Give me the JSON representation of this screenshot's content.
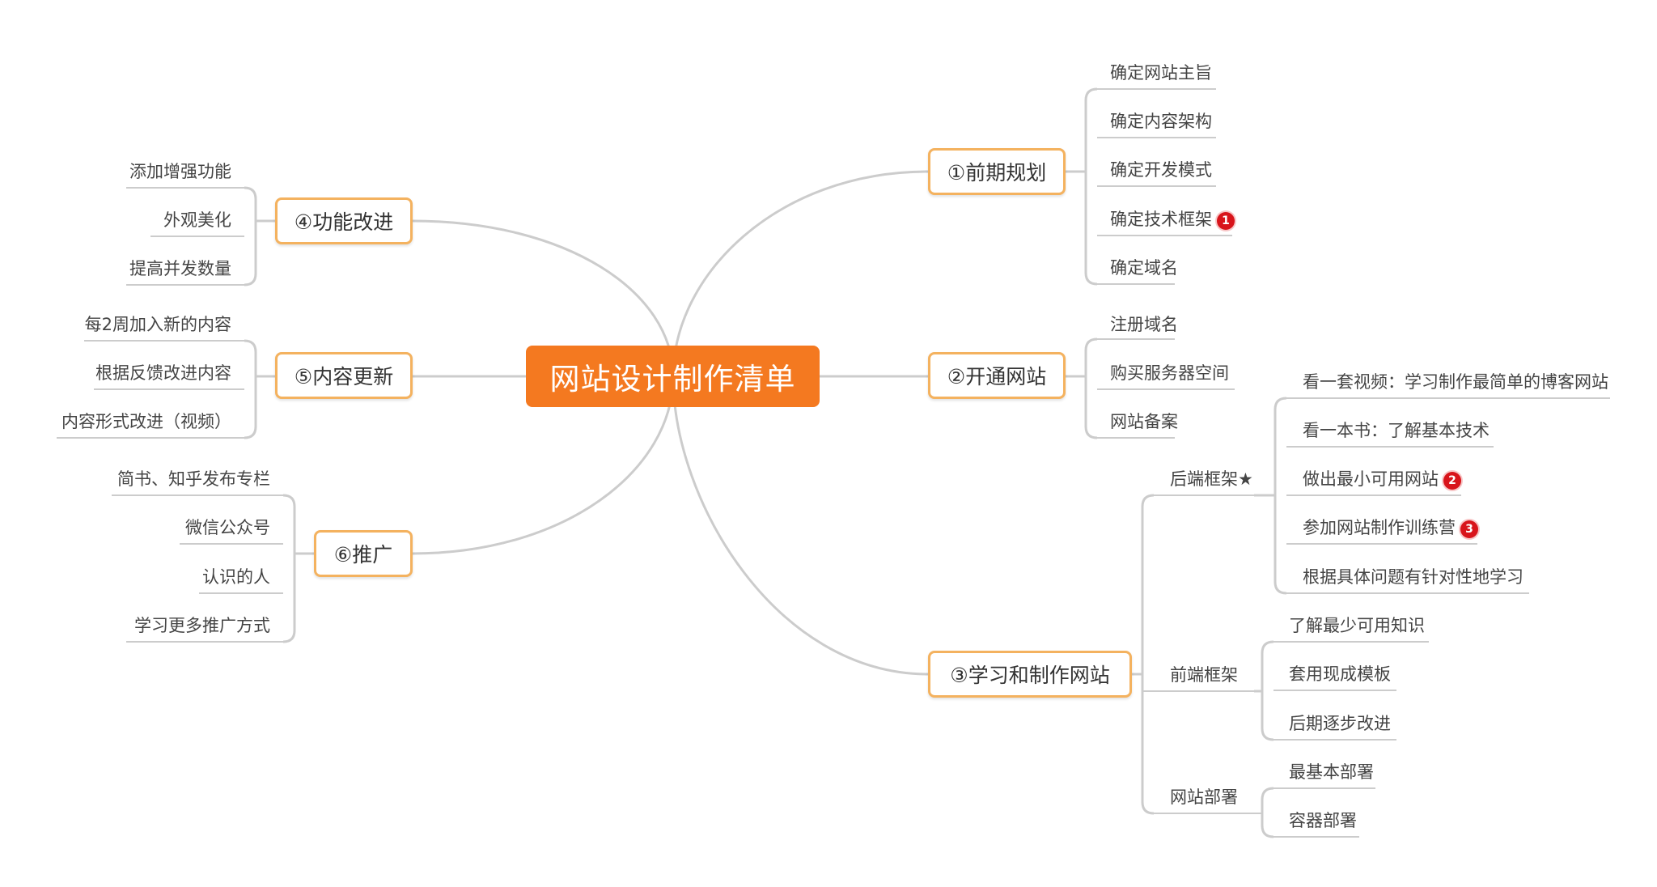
{
  "root": {
    "label": "网站设计制作清单"
  },
  "branches": {
    "b1": {
      "label": "①前期规划",
      "items": [
        "确定网站主旨",
        "确定内容架构",
        "确定开发模式",
        "确定技术框架",
        "确定域名"
      ],
      "badge_item": 3,
      "badge": "1"
    },
    "b2": {
      "label": "②开通网站",
      "items": [
        "注册域名",
        "购买服务器空间",
        "网站备案"
      ]
    },
    "b3": {
      "label": "③学习和制作网站",
      "groups": [
        {
          "label": "后端框架★",
          "items": [
            "看一套视频：学习制作最简单的博客网站",
            "看一本书：了解基本技术",
            "做出最小可用网站",
            "参加网站制作训练营",
            "根据具体问题有针对性地学习"
          ],
          "badges": {
            "2": "2",
            "3": "3"
          }
        },
        {
          "label": "前端框架",
          "items": [
            "了解最少可用知识",
            "套用现成模板",
            "后期逐步改进"
          ]
        },
        {
          "label": "网站部署",
          "items": [
            "最基本部署",
            "容器部署"
          ]
        }
      ]
    },
    "b4": {
      "label": "④功能改进",
      "items": [
        "添加增强功能",
        "外观美化",
        "提高并发数量"
      ]
    },
    "b5": {
      "label": "⑤内容更新",
      "items": [
        "每2周加入新的内容",
        "根据反馈改进内容",
        "内容形式改进（视频）"
      ]
    },
    "b6": {
      "label": "⑥推广",
      "items": [
        "简书、知乎发布专栏",
        "微信公众号",
        "认识的人",
        "学习更多推广方式"
      ]
    }
  },
  "colors": {
    "root_fill": "#f47920",
    "branch_border": "#f4b25f",
    "line": "#cccccc",
    "badge": "#d8141b"
  }
}
